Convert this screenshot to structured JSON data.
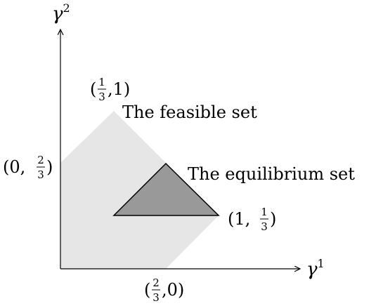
{
  "axes": {
    "x_symbol": "γ",
    "x_superscript": "1",
    "y_symbol": "γ",
    "y_superscript": "2"
  },
  "regions": {
    "feasible_label": "The feasible set",
    "equilibrium_label": "The equilibrium set"
  },
  "points": {
    "top": {
      "open": "(",
      "num": "1",
      "den": "3",
      "rest": ",1)"
    },
    "left": {
      "pre": "(0,",
      "num": "2",
      "den": "3",
      "close": ")"
    },
    "right": {
      "pre": "(1,",
      "num": "1",
      "den": "3",
      "close": ")"
    },
    "bottom": {
      "open": "(",
      "num": "2",
      "den": "3",
      "rest": ",0)"
    }
  },
  "colors": {
    "feasible_fill": "#e6e6e6",
    "equilibrium_fill": "#999999",
    "stroke": "#000000"
  }
}
